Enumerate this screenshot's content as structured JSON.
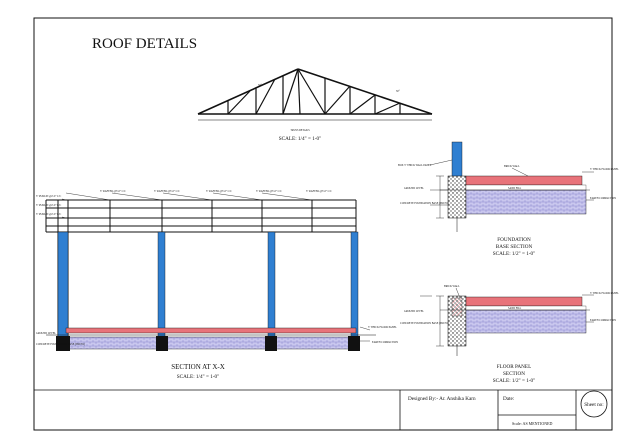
{
  "sheet_title": "ROOF DETAILS",
  "truss": {
    "name": "TRUSS DETAILS",
    "scale": "SCALE: 1/4\" = 1-0\"",
    "callouts": [
      "30°",
      "30°"
    ]
  },
  "section_xx": {
    "title": "SECTION AT X-X",
    "scale": "SCALE: 1/4\" = 1-0\"",
    "left_labels": [
      "3\" PURLIN @2'-0\" C/C",
      "3\" PURLIN @2'-0\" C/C",
      "3\" PURLIN @2'-0\" C/C"
    ],
    "top_labels": [
      "3\" RAFTER @5'-0\" C/C",
      "3\" RAFTER @5'-0\" C/C",
      "3\" RAFTER @5'-0\" C/C",
      "3\" RAFTER @5'-0\" C/C",
      "3\" RAFTER @5'-0\" C/C"
    ],
    "bottom_left_labels": [
      "GROUND LEVEL",
      "CONCRETE FOUNDATION BASE (TRUSS)"
    ],
    "bottom_right_labels": [
      "5\" THICK FLOOR PANEL",
      "EARTH COMPACTION"
    ]
  },
  "foundation": {
    "title": "FOUNDATION",
    "subtitle": "BASE SECTION",
    "scale": "SCALE: 1/2\" = 1-0\"",
    "labels": [
      "BOX 3\" THICK WALL PANEL",
      "BRICK WALL",
      "5\" THICK FLOOR PANEL",
      "GROUND LEVEL",
      "CONCRETE FOUNDATION BASE (TRUSS)",
      "EARTH COMPACTION",
      "SAND FILL"
    ]
  },
  "floor_panel": {
    "title": "FLOOR PANEL",
    "subtitle": "SECTION",
    "scale": "SCALE: 1/2\" = 1-0\"",
    "labels": [
      "BRICK WALL",
      "5\" THICK FLOOR PANEL",
      "GROUND LEVEL",
      "CONCRETE FOUNDATION BASE (TRUSS)",
      "EARTH COMPACTION",
      "SAND FILL"
    ]
  },
  "title_block": {
    "designed_by": "Designed By:- Ar. Anshika Karn",
    "date_label": "Date:",
    "scale_label": "Scale: AS MENTIONED",
    "sheet_no": "Sheet no:"
  },
  "colors": {
    "column_blue": "#2f7fd1",
    "slab_red": "#e8737a",
    "compaction_purple": "#b8b6e6",
    "line": "#111111"
  }
}
